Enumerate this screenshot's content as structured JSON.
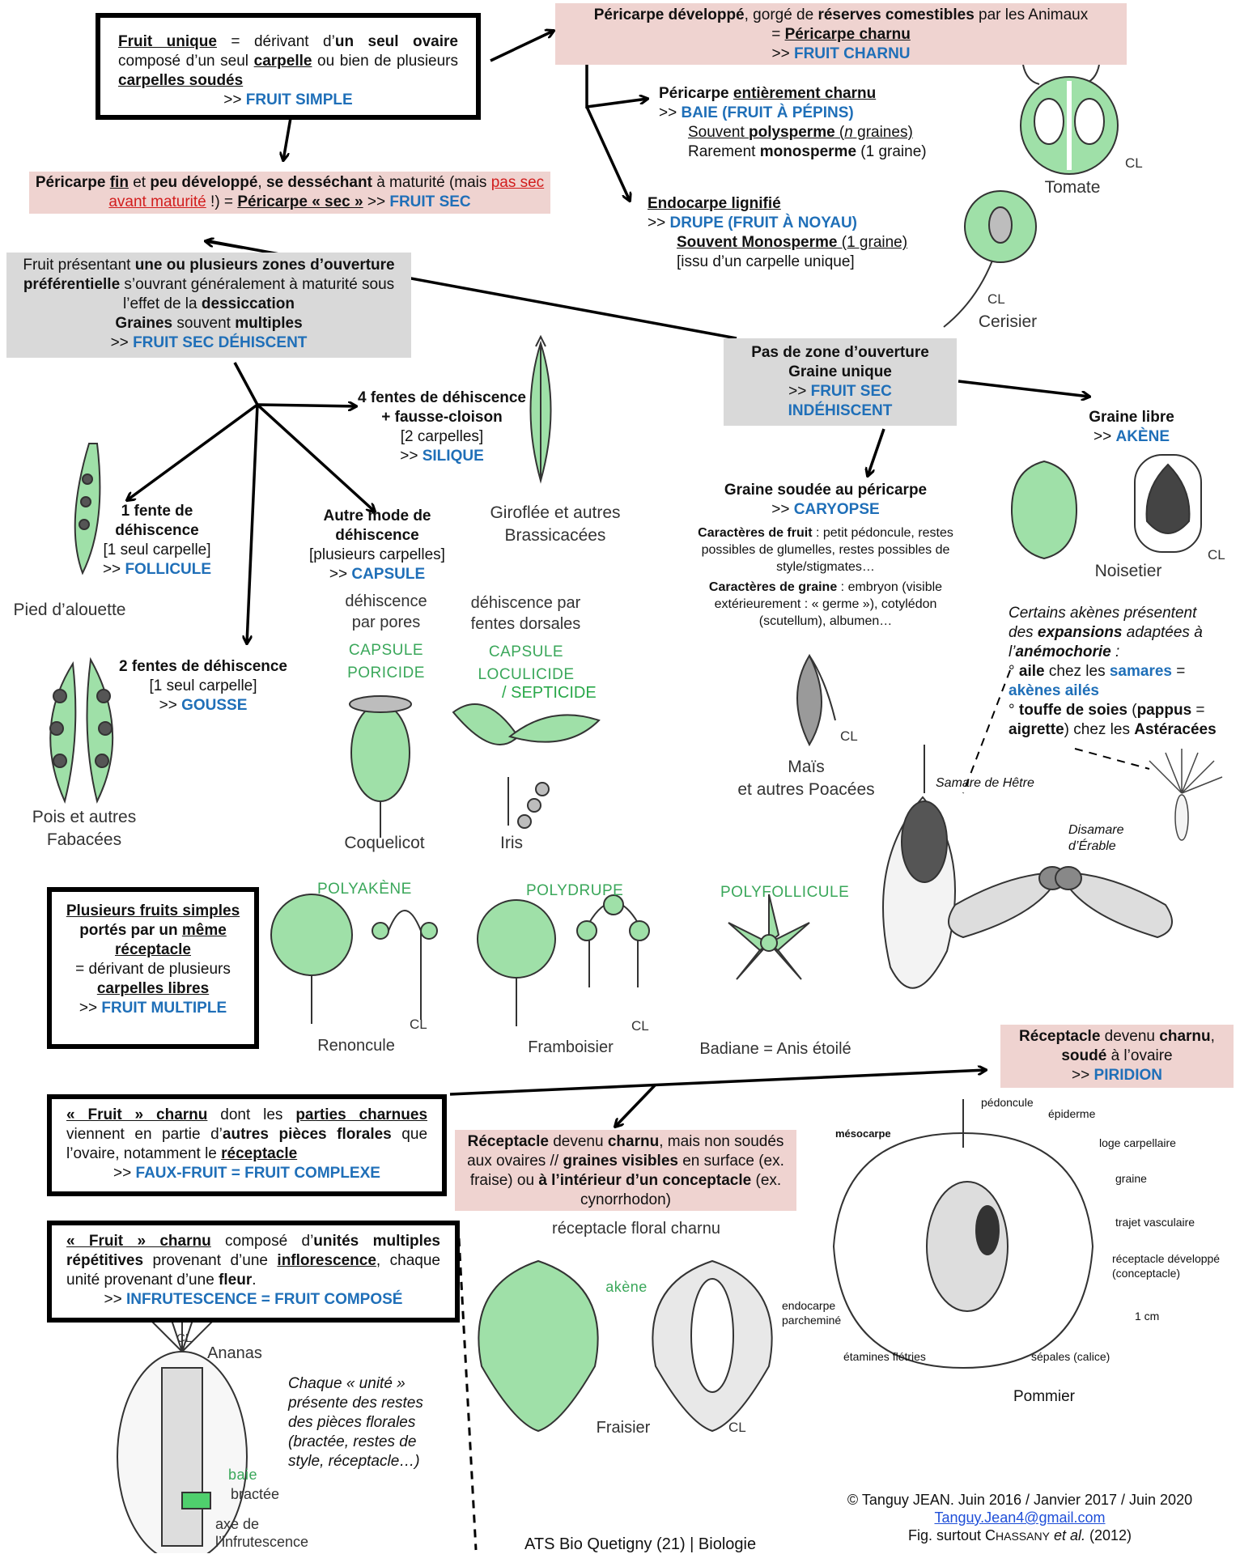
{
  "fruit_unique": {
    "t1": "Fruit unique",
    "t2": " = dérivant d’",
    "t3": "un seul ovaire",
    "t4": " composé d’un seul ",
    "t5": "carpelle",
    "t6": " ou bien de plusieurs ",
    "t7": "carpelles soudés",
    "arrow": ">> ",
    "result": "FRUIT SIMPLE"
  },
  "pericarpe_dev": {
    "t1": "Péricarpe développé",
    "t2": ", gorgé de ",
    "t3": "réserves comestibles",
    "t4": " par les Animaux",
    "t5": "= ",
    "t6": "Péricarpe charnu",
    "arrow": ">> ",
    "result": "FRUIT CHARNU"
  },
  "baie": {
    "t1": "Péricarpe ",
    "t2": "entièrement charnu",
    "arrow": ">> ",
    "result": "BAIE (FRUIT À PÉPINS)",
    "l1a": "Souvent ",
    "l1b": "polysperme",
    "l1c": " (",
    "l1d": "n",
    "l1e": " graines)",
    "l2a": "Rarement ",
    "l2b": "monosperme",
    "l2c": " (1 graine)"
  },
  "drupe": {
    "t1": "Endocarpe lignifié",
    "arrow": ">> ",
    "result": "DRUPE (FRUIT À NOYAU)",
    "l1a": "Souvent Monosperme",
    "l1b": " (1 graine)",
    "l2": "[issu d’un carpelle unique]"
  },
  "fruit_sec": {
    "t1": "Péricarpe ",
    "t2": "fin",
    "t3": " et ",
    "t4": "peu développé",
    "t5": ", ",
    "t6": "se desséchant",
    "t7": " à maturité (mais ",
    "t8": "pas sec avant maturité",
    "t9": " !) = ",
    "t10": "Péricarpe « sec »",
    "arrow": " >> ",
    "result": "FRUIT SEC"
  },
  "dehiscent": {
    "t1": "Fruit présentant ",
    "t2": "une ou plusieurs zones d’ouverture préférentielle",
    "t3": " s’ouvrant généralement à maturité sous l’effet de la ",
    "t4": "dessiccation",
    "t5": "Graines",
    "t6": " souvent ",
    "t7": "multiples",
    "arrow": ">> ",
    "result": "FRUIT SEC DÉHISCENT"
  },
  "indehiscent": {
    "t1": "Pas de zone d’ouverture",
    "t2": "Graine unique",
    "arrow": ">> ",
    "result1": "FRUIT SEC",
    "result2": "INDÉHISCENT"
  },
  "silique": {
    "t1": "4 fentes de déhiscence",
    "t2": "+ fausse-cloison",
    "t3": "[2 carpelles]",
    "arrow": ">> ",
    "result": "SILIQUE"
  },
  "follicule": {
    "t1": "1 fente de",
    "t2": "déhiscence",
    "t3": "[1 seul carpelle]",
    "arrow": ">> ",
    "result": "FOLLICULE"
  },
  "gousse": {
    "t1": "2 fentes de déhiscence",
    "t2": "[1 seul carpelle]",
    "arrow": ">> ",
    "result": "GOUSSE"
  },
  "capsule": {
    "t1": "Autre mode de",
    "t2": "déhiscence",
    "t3": "[plusieurs carpelles]",
    "arrow": ">> ",
    "result": "CAPSULE"
  },
  "capsule_types": {
    "pores1": "déhiscence",
    "pores2": "par pores",
    "poricide1": "CAPSULE",
    "poricide2": "PORICIDE",
    "fentes1": "déhiscence par",
    "fentes2": "fentes dorsales",
    "loc1": "CAPSULE",
    "loc2": "LOCULICIDE",
    "septicide": "/ SEPTICIDE"
  },
  "caryopse": {
    "t1": "Graine soudée au péricarpe",
    "arrow": ">> ",
    "result": "CARYOPSE",
    "f1": "Caractères de fruit",
    "f2": " : petit pédoncule, restes possibles de glumelles, restes possibles de style/stigmates…",
    "g1": "Caractères de graine",
    "g2": " : embryon (visible extérieurement : « germe »), cotylédon (scutellum), albumen…"
  },
  "akene": {
    "t1": "Graine libre",
    "arrow": ">> ",
    "result": "AKÈNE"
  },
  "anemochorie": {
    "t1": "Certains akènes présentent des ",
    "t2": "expansions",
    "t3": " adaptées à l’",
    "t4": "anémochorie",
    "t5": " :",
    "a1": "° ",
    "a2": "aile",
    "a3": " chez les ",
    "a4": "samares",
    "a5": " = ",
    "a6": "akènes ailés",
    "b1": "° ",
    "b2": "touffe de soies",
    "b3": " (",
    "b4": "pappus",
    "b5": " = ",
    "b6": "aigrette",
    "b7": ") chez les ",
    "b8": "Astéracées"
  },
  "multiple": {
    "t1": "Plusieurs fruits simples",
    "t2": " portés par un ",
    "t3": "même réceptacle",
    "t4": " = dérivant de plusieurs ",
    "t5": "carpelles libres",
    "arrow": ">> ",
    "result": "FRUIT MULTIPLE"
  },
  "faux_fruit": {
    "t1": "« Fruit » charnu",
    "t2": " dont les ",
    "t3": "parties charnues",
    "t4": " viennent en partie d’",
    "t5": "autres pièces florales",
    "t6": " que l’ovaire, notamment le ",
    "t7": "réceptacle",
    "arrow": ">> ",
    "result": "FAUX-FRUIT = FRUIT COMPLEXE"
  },
  "receptacle_non_soude": {
    "t1": "Réceptacle",
    "t2": " devenu ",
    "t3": "charnu",
    "t4": ", mais non soudés aux ovaires // ",
    "t5": "graines visibles",
    "t6": " en surface (ex. fraise) ou ",
    "t7": "à l’intérieur d’un conceptacle",
    "t8": " (ex. cynorrhodon)"
  },
  "piridion": {
    "t1": "Réceptacle",
    "t2": " devenu ",
    "t3": "charnu",
    "t4": ",",
    "t5": "soudé",
    "t6": " à l’ovaire",
    "arrow": ">> ",
    "result": "PIRIDION"
  },
  "infrutescence": {
    "t1": "« Fruit » charnu",
    "t2": " composé d’",
    "t3": "unités multiples répétitives",
    "t4": " provenant d’une ",
    "t5": "inflorescence",
    "t6": ", chaque unité provenant d’une ",
    "t7": "fleur",
    "t8": ".",
    "arrow": ">> ",
    "result": "INFRUTESCENCE = FRUIT COMPOSÉ"
  },
  "unite_note": "Chaque « unité » présente des restes des pièces florales (bractée, restes de style, réceptacle…)",
  "labels": {
    "tomate": "Tomate",
    "cerisier": "Cerisier",
    "cl": "CL",
    "giroflee1": "Giroflée et autres",
    "giroflee2": "Brassicacées",
    "pied": "Pied d’alouette",
    "pois1": "Pois et autres",
    "pois2": "Fabacées",
    "coquelicot": "Coquelicot",
    "iris": "Iris",
    "mais1": "Maïs",
    "mais2": "et autres Poacées",
    "noisetier": "Noisetier",
    "samare": "Samare de Hêtre",
    "disamare1": "Disamare",
    "disamare2": "d’Érable",
    "polyakene": "POLYAKÈNE",
    "polydrupe": "POLYDRUPE",
    "polyfollicule": "POLYFOLLICULE",
    "renoncule": "Renoncule",
    "framboisier": "Framboisier",
    "badiane": "Badiane = Anis étoilé",
    "receptacle_floral": "réceptacle floral charnu",
    "akene_small": "akène",
    "fraisier": "Fraisier",
    "pommier": "Pommier",
    "ananas": "Ananas",
    "baie_small": "baie",
    "bractee": "bractée",
    "axe1": "axe de",
    "axe2": "l’infrutescence"
  },
  "pomme_labels": {
    "pedoncule": "pédoncule",
    "epiderme": "épiderme",
    "mesocarpe": "mésocarpe",
    "loge": "loge carpellaire",
    "graine": "graine",
    "trajet": "trajet vasculaire",
    "recep1": "réceptacle développé",
    "recep2": "(conceptacle)",
    "endo1": "endocarpe",
    "endo2": "parcheminé",
    "scale": "1 cm",
    "etamines": "étamines flétries",
    "sepales": "sépales (calice)"
  },
  "footer": {
    "course": "ATS Bio Quetigny (21) | Biologie",
    "copyright": "© Tanguy JEAN. Juin 2016 / Janvier 2017 / Juin 2020",
    "email": "Tanguy.Jean4@gmail.com",
    "fig1": "Fig. surtout C",
    "fig2": "HASSANY",
    "fig3": " et al.",
    "fig4": " (2012)"
  },
  "colors": {
    "accent_blue": "#1f6fb8",
    "pink_box": "#efd3d0",
    "grey_box": "#d9d9d9",
    "plant_green": "#9fe0a8",
    "label_green": "#3aa75a"
  }
}
